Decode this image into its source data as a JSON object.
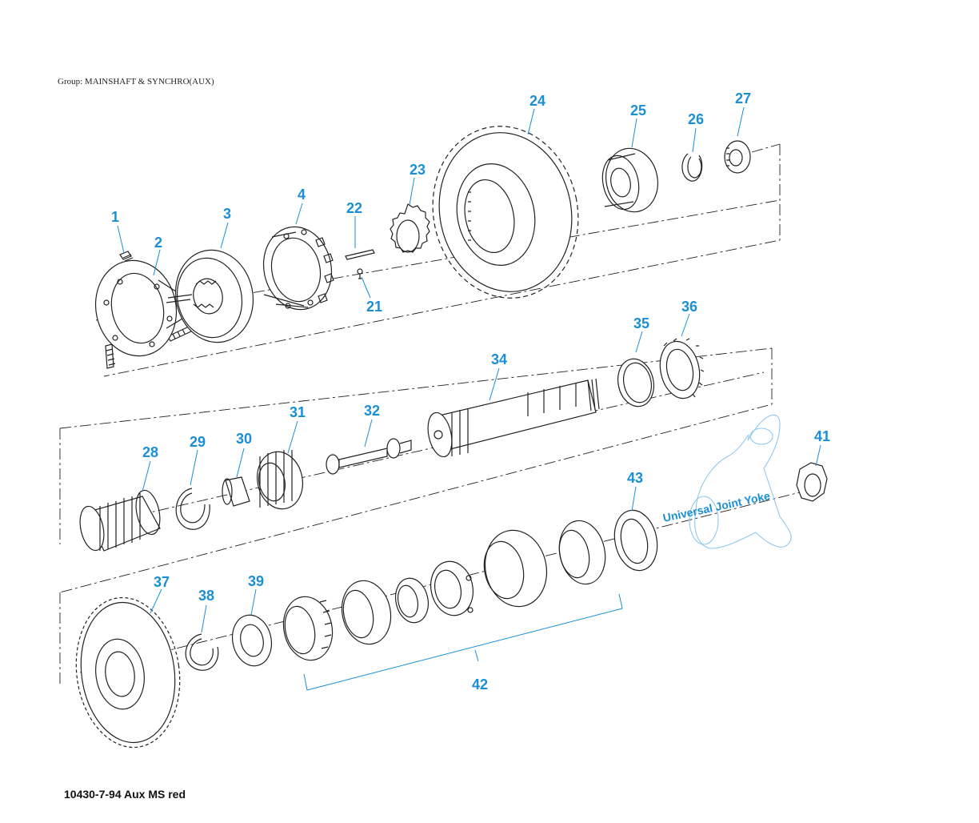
{
  "header": {
    "group_title": "Group: MAINSHAFT & SYNCHRO(AUX)"
  },
  "footer": {
    "drawing_code": "10430-7-94 Aux MS red"
  },
  "callouts": [
    "1",
    "2",
    "3",
    "4",
    "22",
    "21",
    "23",
    "24",
    "25",
    "26",
    "27",
    "35",
    "36",
    "34",
    "28",
    "29",
    "30",
    "31",
    "32",
    "41",
    "43",
    "37",
    "38",
    "39",
    "42"
  ],
  "yoke_label": "Universal Joint Yoke",
  "colors": {
    "callout": "#1a8fd6",
    "line": "#222222",
    "yoke": "#8fc8ee"
  }
}
